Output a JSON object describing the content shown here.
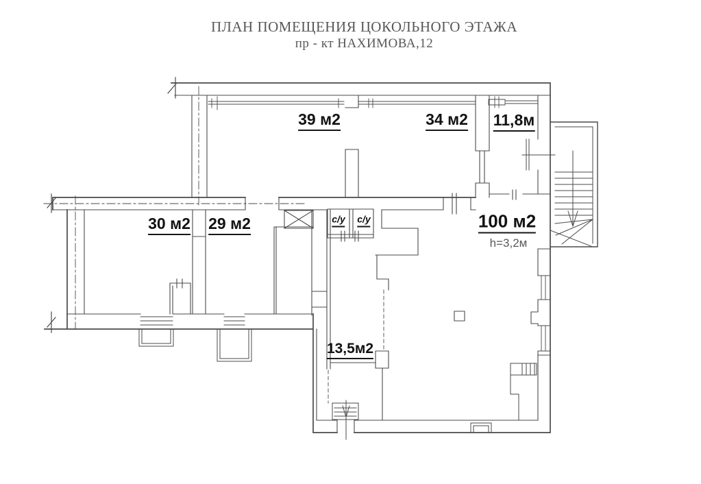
{
  "title": {
    "line1": "ПЛАН ПОМЕЩЕНИЯ ЦОКОЛЬНОГО ЭТАЖА",
    "line2": "пр - кт НАХИМОВА,12"
  },
  "rooms": [
    {
      "id": "room-39",
      "label": "39 м2"
    },
    {
      "id": "room-34",
      "label": "34 м2"
    },
    {
      "id": "room-11-8",
      "label": "11,8м"
    },
    {
      "id": "room-30",
      "label": "30 м2"
    },
    {
      "id": "room-29",
      "label": "29 м2"
    },
    {
      "id": "room-100",
      "label": "100 м2"
    },
    {
      "id": "room-13-5",
      "label": "13,5м2"
    },
    {
      "id": "wc-left",
      "label": "с/у"
    },
    {
      "id": "wc-right",
      "label": "с/у"
    }
  ],
  "annotation": {
    "ceiling_height": "h=3,2м"
  },
  "colors": {
    "line": "#4a4a4a",
    "label": "#121212",
    "title": "#575757",
    "muted_label": "#5a5a5a",
    "background": "#ffffff"
  }
}
